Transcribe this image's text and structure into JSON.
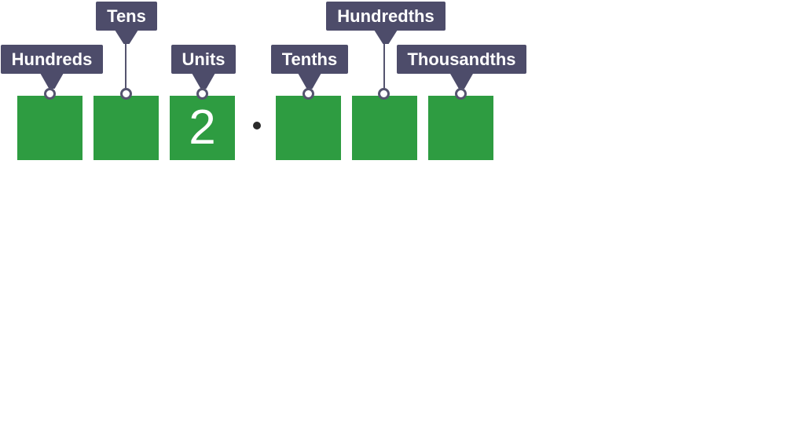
{
  "diagram": {
    "description": "Place value diagram",
    "columns": [
      {
        "label": "Hundreds",
        "digit": ""
      },
      {
        "label": "Tens",
        "digit": ""
      },
      {
        "label": "Units",
        "digit": "2"
      },
      {
        "label": "Tenths",
        "digit": ""
      },
      {
        "label": "Hundredths",
        "digit": ""
      },
      {
        "label": "Thousandths",
        "digit": ""
      }
    ],
    "decimal_point": "•",
    "icons": {
      "callout_pointer": "down-triangle",
      "connector_node": "small-circle",
      "decimal_point": "filled-circle"
    },
    "colors": {
      "background": "#ffffff",
      "label_background": "#4d4c6a",
      "label_text": "#ffffff",
      "box_green": "#2e9c41",
      "connector": "#55546f",
      "digit_text": "#ffffff",
      "decimal_dot": "#2b2b2b"
    }
  }
}
